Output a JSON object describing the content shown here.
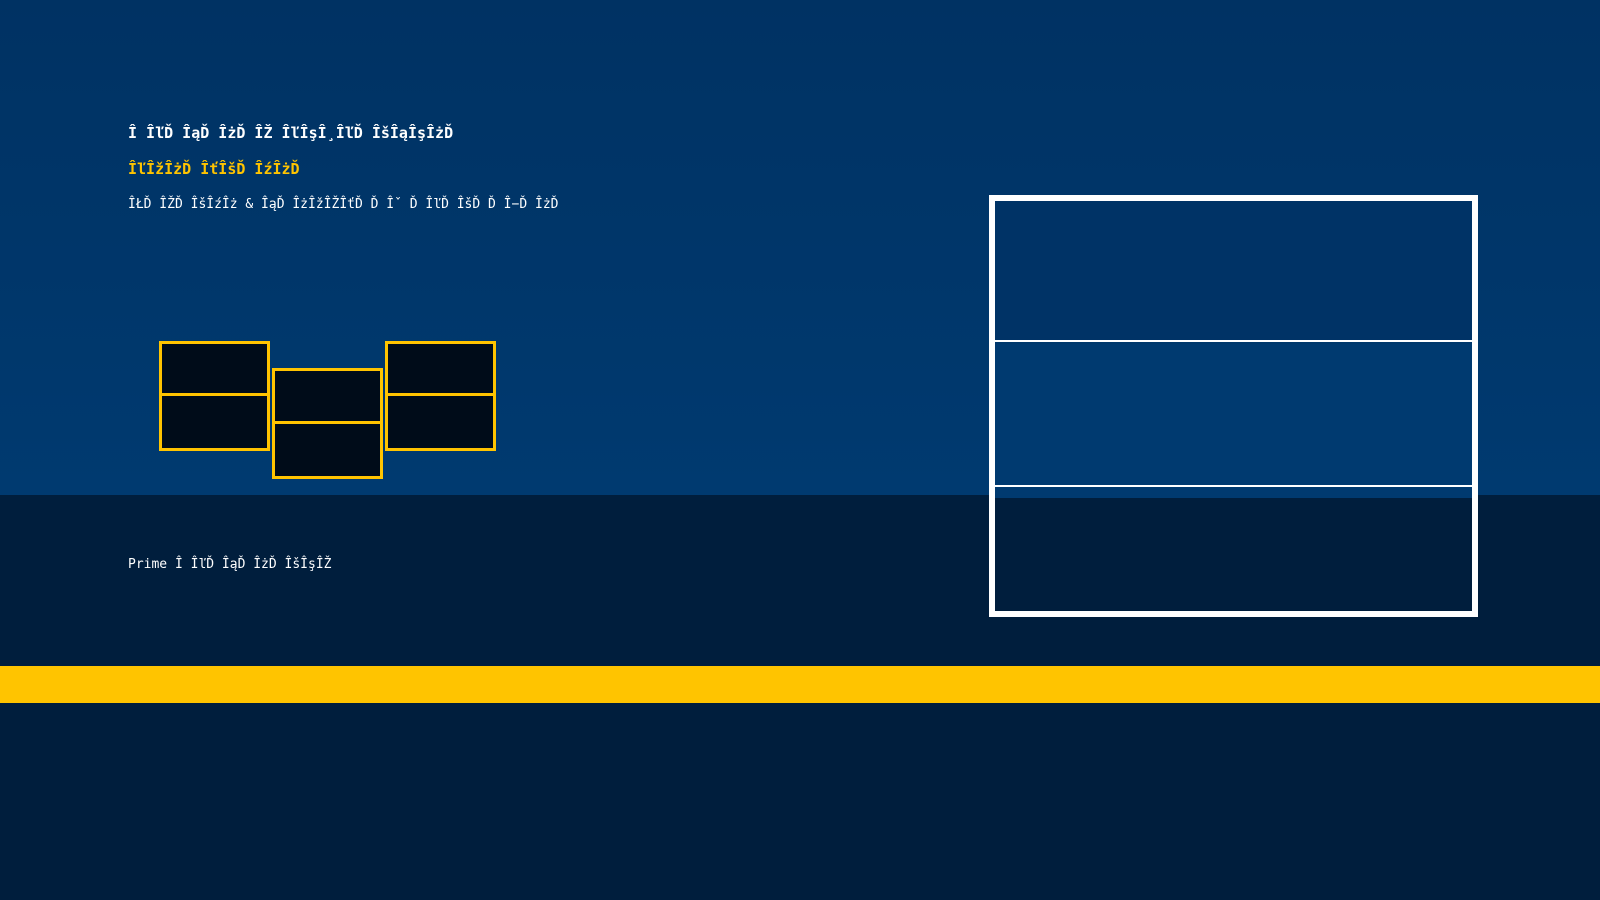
{
  "colors": {
    "background_top": "#003263",
    "background_bottom": "#001e3d",
    "accent": "#ffc400",
    "text": "#ffffff"
  },
  "hero": {
    "headline": "Î ÎľĎ ÎąĎ ÎżĎ ÎŽ ÎľÎşÎ¸ÎľĎ ÎšÎąÎşÎżĎ",
    "subhead": "ÎľÎžÎżĎ ÎťÎšĎ ÎźÎżĎ",
    "description": "ÎŁĎ ÎŽĎ ÎšÎźÎż & ÎąĎ ÎżÎžÎŽÎťĎ Ď Îˇ Ď ÎľĎ ÎšĎ Ď Î−Ď ÎżĎ"
  },
  "footer_note": {
    "text": "Prime Î ÎľĎ ÎąĎ ÎżĎ ÎšÎşÎŽ"
  },
  "tiles": [
    {
      "name": "tile-left"
    },
    {
      "name": "tile-center"
    },
    {
      "name": "tile-right"
    }
  ],
  "panel": {
    "rows": 3
  }
}
